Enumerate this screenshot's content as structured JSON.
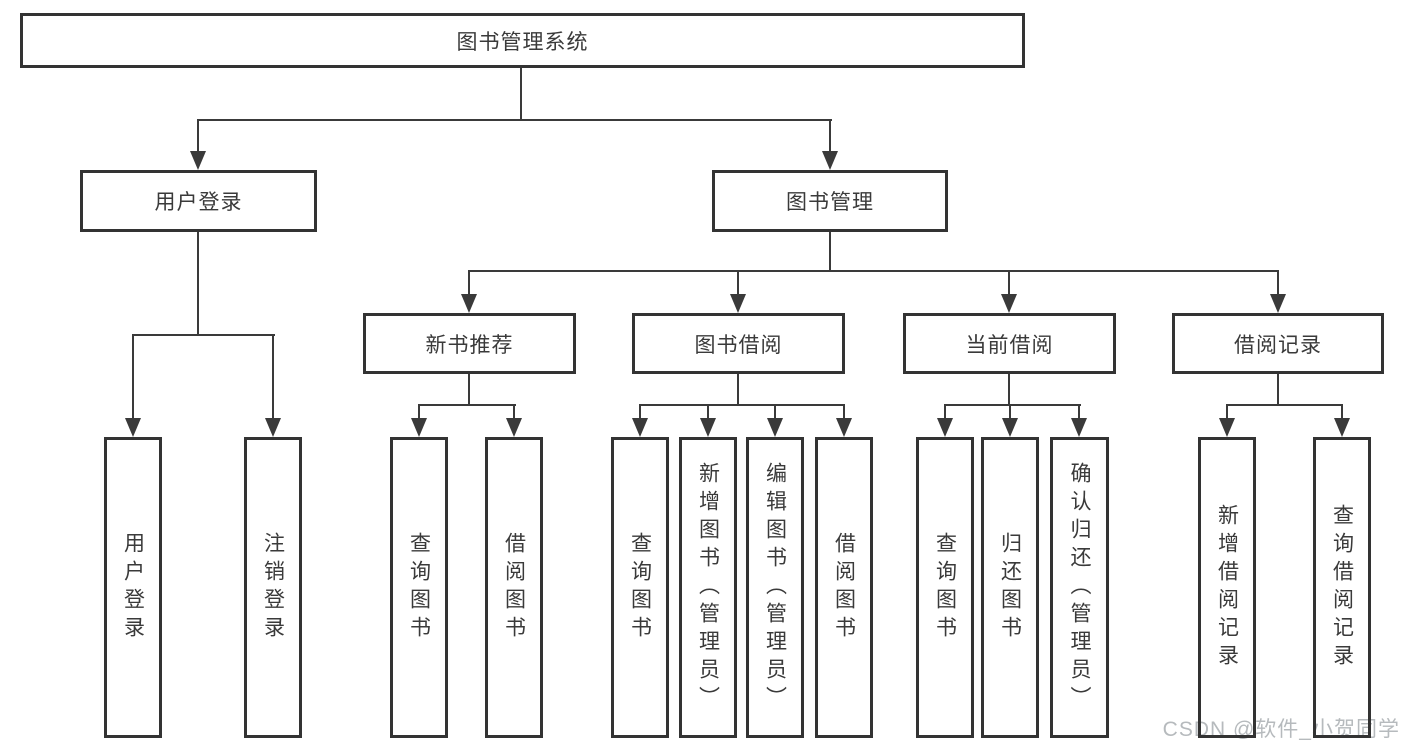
{
  "diagram": {
    "root_label": "图书管理系统",
    "branches": [
      {
        "label": "用户登录",
        "leaves": [
          "用户登录",
          "注销登录"
        ]
      },
      {
        "label": "图书管理",
        "groups": [
          {
            "label": "新书推荐",
            "leaves": [
              "查询图书",
              "借阅图书"
            ]
          },
          {
            "label": "图书借阅",
            "leaves": [
              "查询图书",
              "新增图书（管理员）",
              "编辑图书（管理员）",
              "借阅图书"
            ]
          },
          {
            "label": "当前借阅",
            "leaves": [
              "查询图书",
              "归还图书",
              "确认归还（管理员）"
            ]
          },
          {
            "label": "借阅记录",
            "leaves": [
              "新增借阅记录",
              "查询借阅记录"
            ]
          }
        ]
      }
    ],
    "watermark": "CSDN @软件_小贺同学",
    "colors": {
      "line": "#3a3a3a",
      "border": "#333333",
      "text": "#3a3a3a",
      "watermark": "#b6babd",
      "background": "#ffffff"
    }
  }
}
